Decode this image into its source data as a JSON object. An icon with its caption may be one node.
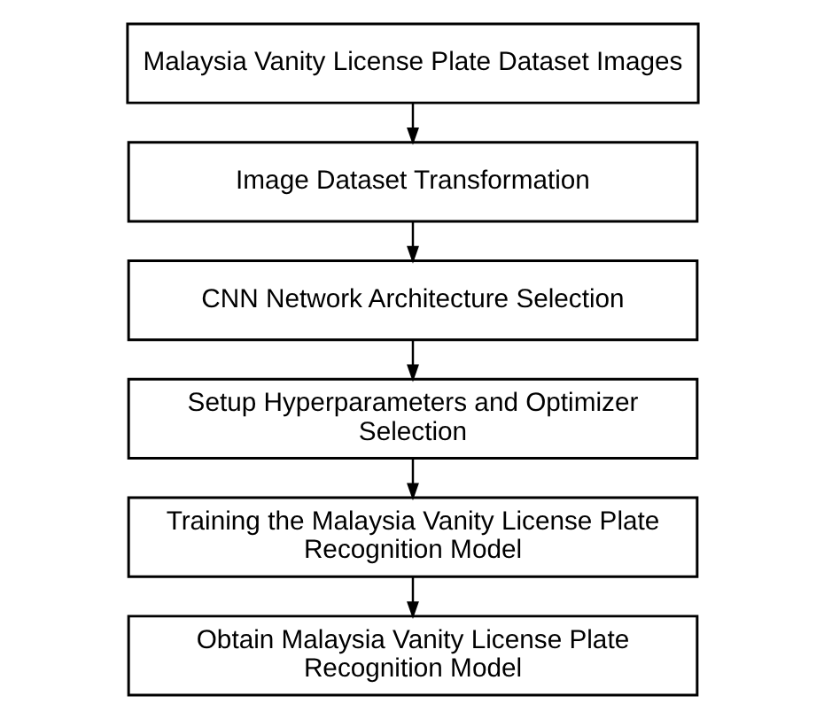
{
  "diagram": {
    "nodes": [
      {
        "text": [
          "Malaysia Vanity License Plate Dataset Images"
        ]
      },
      {
        "text": [
          "Image Dataset Transformation"
        ]
      },
      {
        "text": [
          "CNN Network Architecture Selection"
        ]
      },
      {
        "text": [
          "Setup Hyperparameters and Optimizer Selection"
        ]
      },
      {
        "text": [
          "Training the Malaysia Vanity License Plate Recognition Model"
        ]
      },
      {
        "text": [
          "Obtain Malaysia Vanity License Plate Recognition Model"
        ]
      }
    ],
    "edges": [
      {
        "from": 0,
        "to": 1,
        "arrow": "to"
      },
      {
        "from": 1,
        "to": 2,
        "arrow": "to"
      },
      {
        "from": 2,
        "to": 3,
        "arrow": "to"
      },
      {
        "from": 3,
        "to": 4,
        "arrow": "to"
      },
      {
        "from": 4,
        "to": 5,
        "arrow": "to"
      }
    ]
  }
}
